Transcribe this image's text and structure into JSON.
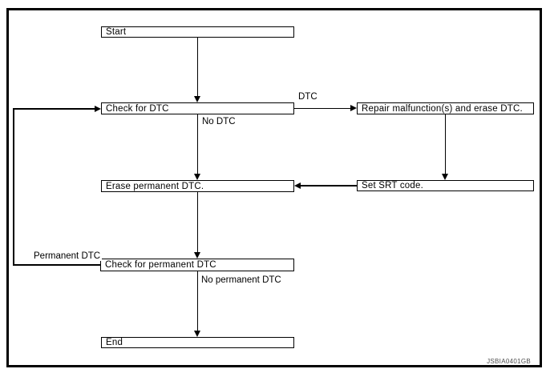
{
  "figure_code": "JSBIA0401GB",
  "flowchart": {
    "nodes": {
      "start": {
        "label": "Start"
      },
      "check_dtc": {
        "label": "Check for DTC"
      },
      "repair_erase": {
        "label": "Repair malfunction(s) and erase DTC."
      },
      "erase_permanent": {
        "label": "Erase permanent DTC."
      },
      "set_srt": {
        "label": "Set SRT code."
      },
      "check_permanent": {
        "label": "Check for permanent DTC"
      },
      "end": {
        "label": "End"
      }
    },
    "edge_labels": {
      "dtc": "DTC",
      "no_dtc": "No DTC",
      "permanent_dtc": "Permanent DTC",
      "no_permanent_dtc": "No permanent DTC"
    },
    "edges": [
      {
        "from": "start",
        "to": "check_dtc",
        "label": ""
      },
      {
        "from": "check_dtc",
        "to": "repair_erase",
        "label": "DTC"
      },
      {
        "from": "check_dtc",
        "to": "erase_permanent",
        "label": "No DTC"
      },
      {
        "from": "repair_erase",
        "to": "set_srt",
        "label": ""
      },
      {
        "from": "set_srt",
        "to": "erase_permanent",
        "label": ""
      },
      {
        "from": "erase_permanent",
        "to": "check_permanent",
        "label": ""
      },
      {
        "from": "check_permanent",
        "to": "check_dtc",
        "label": "Permanent DTC"
      },
      {
        "from": "check_permanent",
        "to": "end",
        "label": "No permanent DTC"
      }
    ]
  },
  "colors": {
    "line": "#000000",
    "background": "#ffffff",
    "watermark": "#4d4d4d"
  }
}
